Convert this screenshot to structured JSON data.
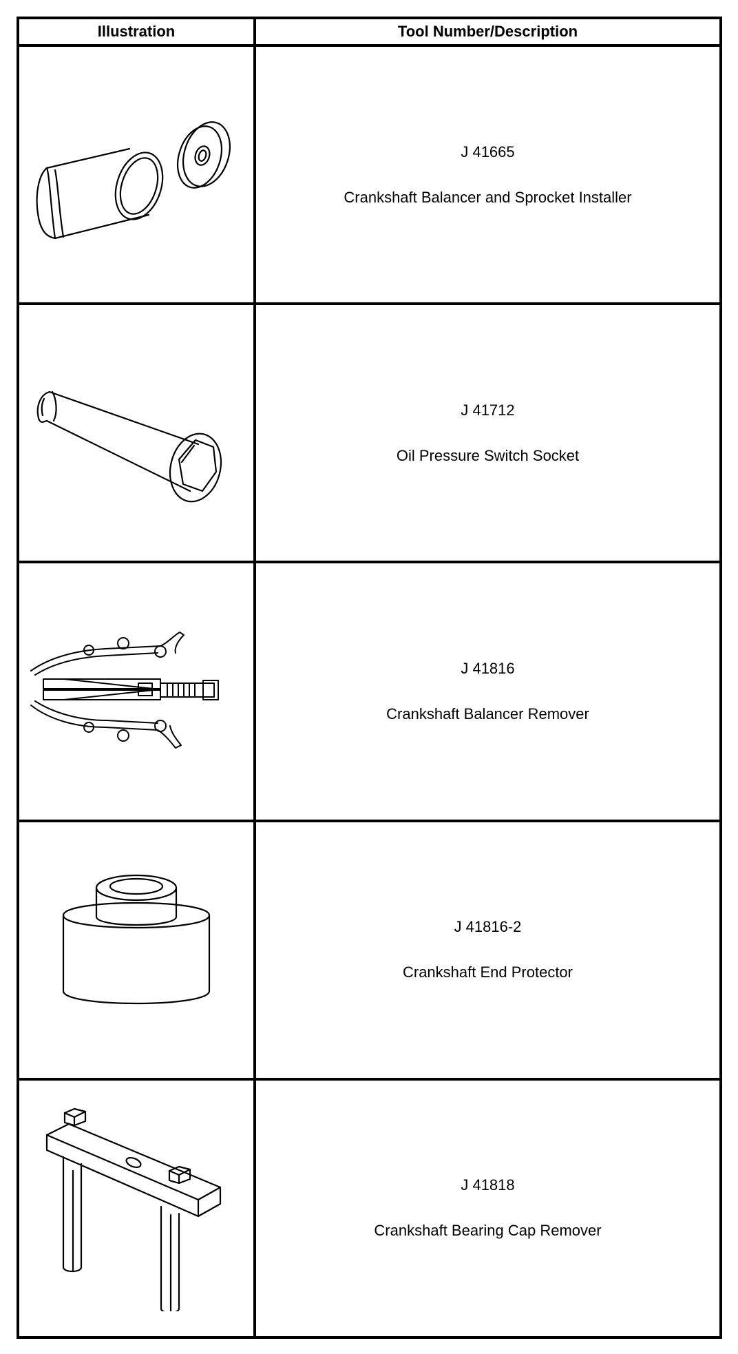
{
  "header": {
    "illustration": "Illustration",
    "description": "Tool Number/Description"
  },
  "tools": [
    {
      "number": "J 41665",
      "description": "Crankshaft Balancer and Sprocket Installer",
      "icon": "balancer-sprocket-installer-drawing"
    },
    {
      "number": "J 41712",
      "description": "Oil Pressure Switch Socket",
      "icon": "oil-pressure-switch-socket-drawing"
    },
    {
      "number": "J 41816",
      "description": "Crankshaft Balancer Remover",
      "icon": "balancer-remover-puller-drawing"
    },
    {
      "number": "J 41816-2",
      "description": "Crankshaft End Protector",
      "icon": "crankshaft-end-protector-drawing"
    },
    {
      "number": "J 41818",
      "description": "Crankshaft Bearing Cap Remover",
      "icon": "bearing-cap-remover-drawing"
    }
  ]
}
